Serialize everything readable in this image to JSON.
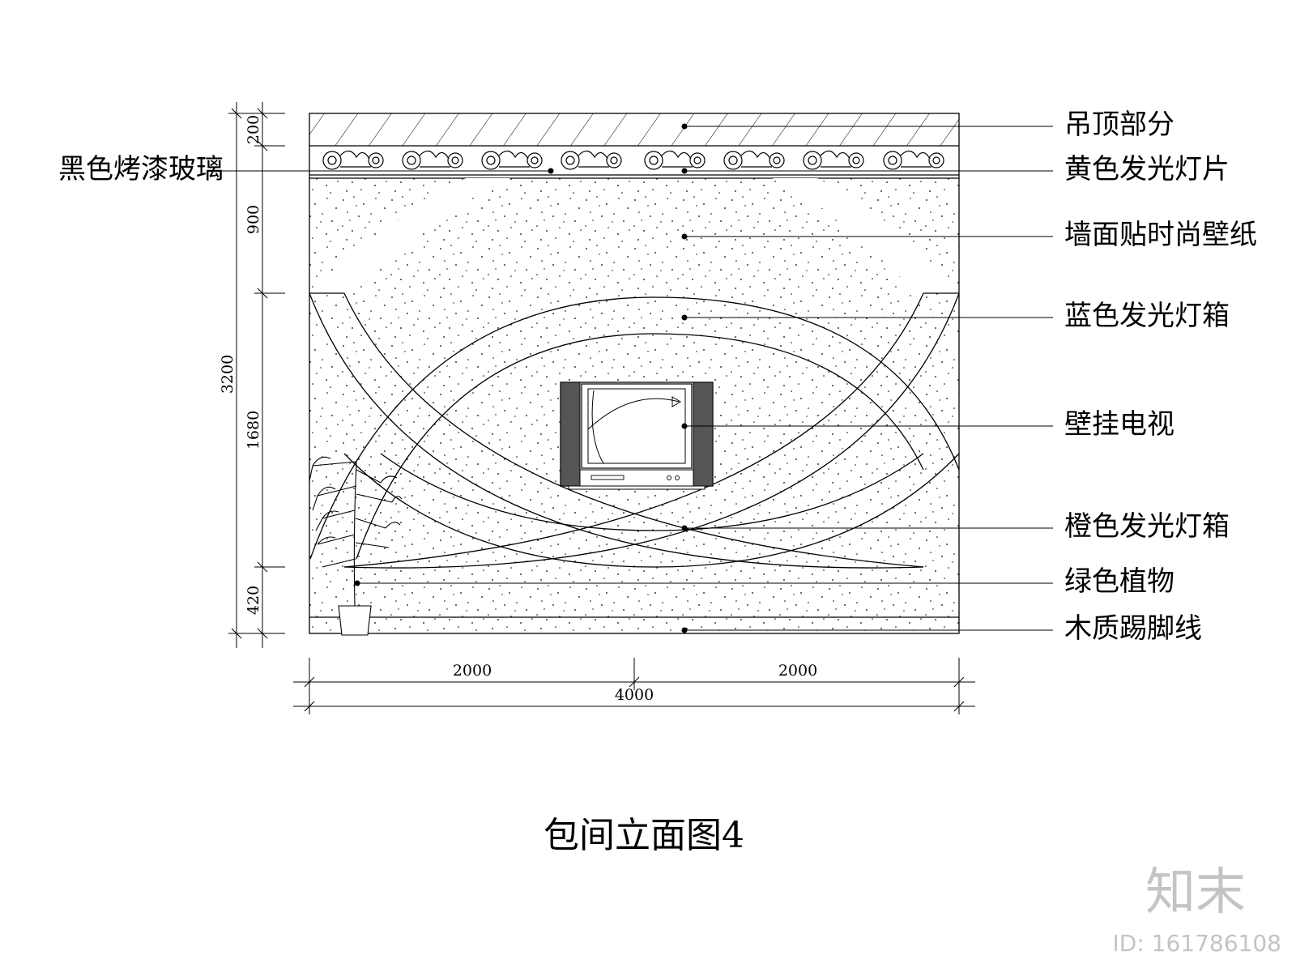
{
  "annotations": {
    "left": [
      "黑色烤漆玻璃"
    ],
    "right": [
      "吊顶部分",
      "黄色发光灯片",
      "墙面贴时尚壁纸",
      "蓝色发光灯箱",
      "壁挂电视",
      "橙色发光灯箱",
      "绿色植物",
      "木质踢脚线"
    ]
  },
  "dimensions": {
    "vertical_outer": "3200",
    "vertical_segments": [
      "200",
      "900",
      "1680",
      "420"
    ],
    "horizontal_segments": [
      "2000",
      "2000"
    ],
    "horizontal_total": "4000"
  },
  "title": "包间立面图4",
  "watermark": {
    "logo": "知末",
    "id": "ID: 161786108"
  }
}
